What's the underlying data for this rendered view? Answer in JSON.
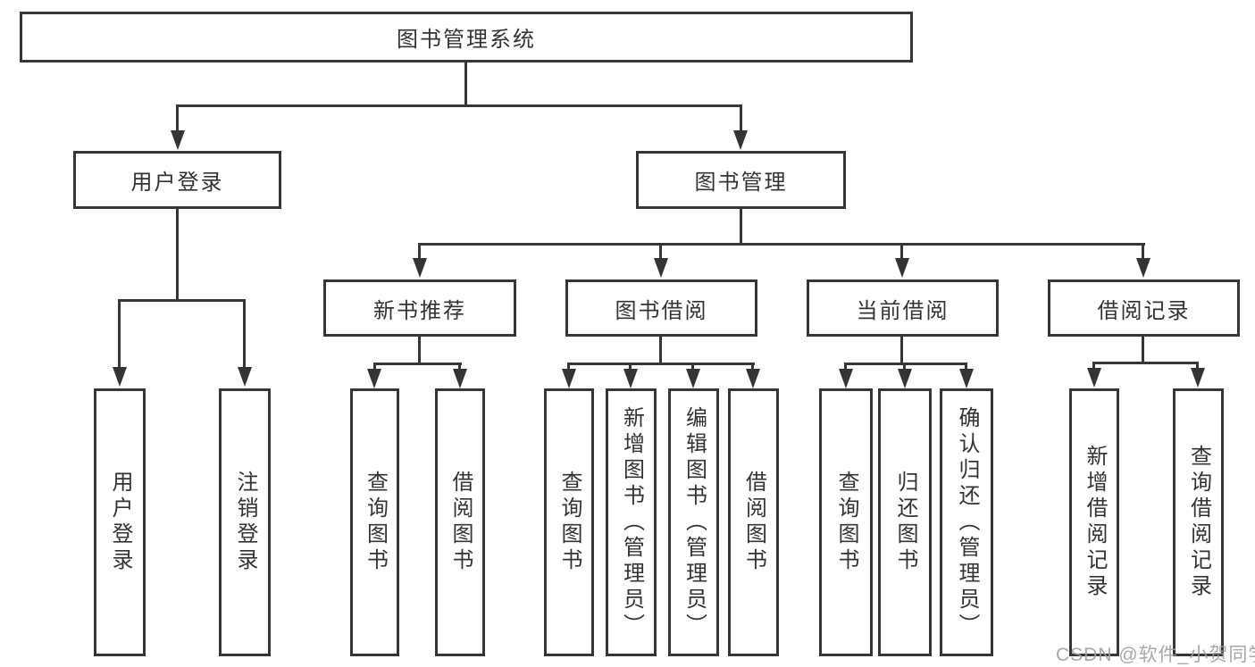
{
  "diagram": {
    "title": "图书管理系统",
    "watermark": "CSDN @软件_小贺同学",
    "colors": {
      "background": "#ffffff",
      "line": "#363636",
      "text": "#333333",
      "watermark": "#9e9e9e"
    },
    "root": {
      "label": "图书管理系统"
    },
    "level2": [
      {
        "label": "用户登录"
      },
      {
        "label": "图书管理"
      }
    ],
    "level3": [
      {
        "label": "新书推荐"
      },
      {
        "label": "图书借阅"
      },
      {
        "label": "当前借阅"
      },
      {
        "label": "借阅记录"
      }
    ],
    "leaves": {
      "user_login": [
        {
          "label": "用户登录"
        },
        {
          "label": "注销登录"
        }
      ],
      "new_book": [
        {
          "label": "查询图书"
        },
        {
          "label": "借阅图书"
        }
      ],
      "borrow": [
        {
          "label": "查询图书"
        },
        {
          "label": "新增图书（管理员）"
        },
        {
          "label": "编辑图书（管理员）"
        },
        {
          "label": "借阅图书"
        }
      ],
      "current": [
        {
          "label": "查询图书"
        },
        {
          "label": "归还图书"
        },
        {
          "label": "确认归还（管理员）"
        }
      ],
      "records": [
        {
          "label": "新增借阅记录"
        },
        {
          "label": "查询借阅记录"
        }
      ]
    }
  }
}
